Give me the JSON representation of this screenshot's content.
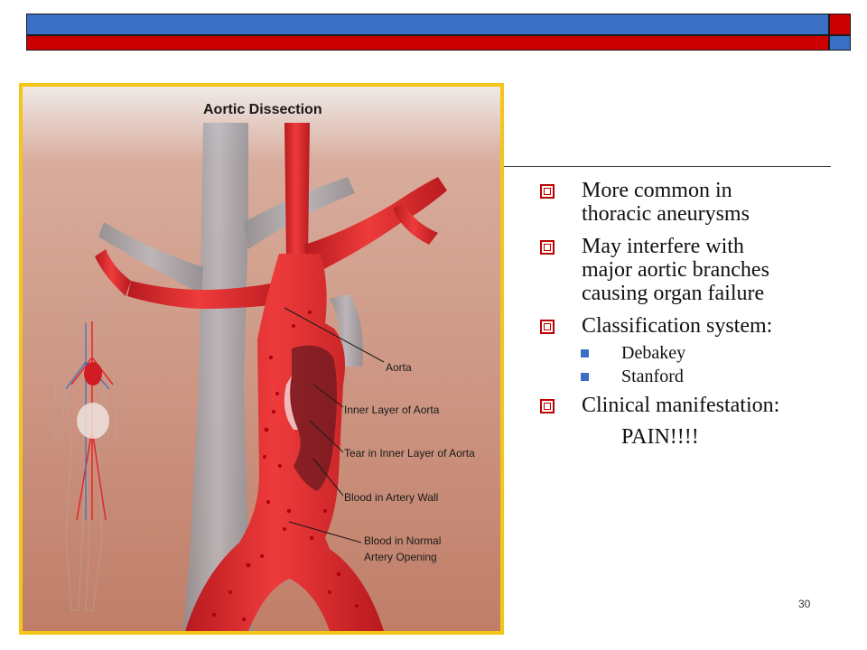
{
  "colors": {
    "blue": "#3a6fc4",
    "red": "#cc0000",
    "figure_border": "#f5c518",
    "artery": "#e2262b"
  },
  "figure": {
    "title": "Aortic Dissection",
    "labels": {
      "aorta": "Aorta",
      "inner_layer": "Inner Layer of Aorta",
      "tear": "Tear in Inner Layer of Aorta",
      "blood_wall": "Blood in Artery Wall",
      "blood_normal_1": "Blood in Normal",
      "blood_normal_2": "Artery Opening"
    }
  },
  "bullets": {
    "item1": {
      "line1": "More common in",
      "line2": "thoracic aneurysms"
    },
    "item2": {
      "line1": "May interfere with",
      "line2": "major aortic branches",
      "line3": "causing organ failure"
    },
    "item3": {
      "text": "Classification system:",
      "sub": [
        "Debakey",
        "Stanford"
      ]
    },
    "item4": {
      "text": "Clinical manifestation:"
    },
    "pain": "PAIN!!!!"
  },
  "page_number": "30"
}
